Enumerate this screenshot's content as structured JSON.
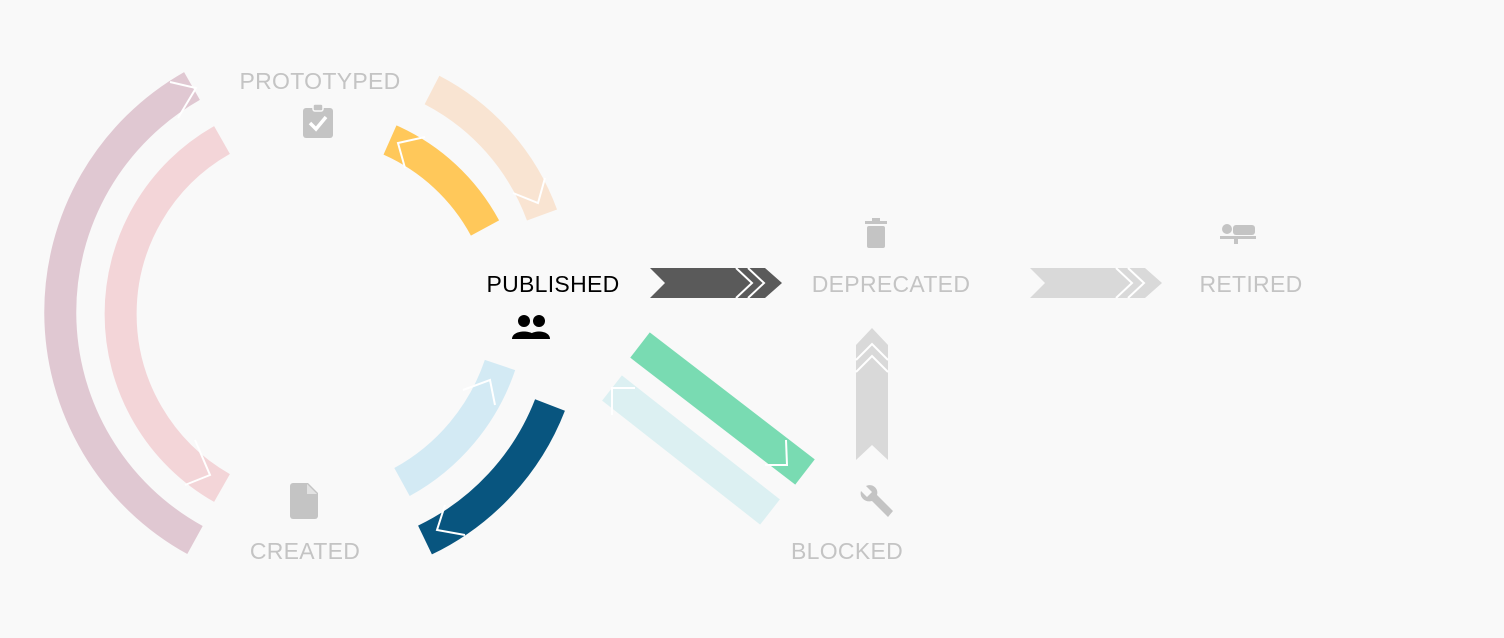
{
  "states": {
    "prototyped": {
      "label": "PROTOTYPED",
      "icon": "clipboard-check-icon",
      "active": false
    },
    "published": {
      "label": "PUBLISHED",
      "icon": "people-icon",
      "active": true
    },
    "deprecated": {
      "label": "DEPRECATED",
      "icon": "trash-icon",
      "active": false
    },
    "retired": {
      "label": "RETIRED",
      "icon": "bed-icon",
      "active": false
    },
    "created": {
      "label": "CREATED",
      "icon": "document-icon",
      "active": false
    },
    "blocked": {
      "label": "BLOCKED",
      "icon": "wrench-icon",
      "active": false
    }
  },
  "colors": {
    "created_to_prototyped": "#e0c8d2",
    "prototyped_to_created": "#f3d5d8",
    "prototyped_to_published": "#f9e4d2",
    "published_to_prototyped": "#ffc85a",
    "created_to_published": "#d3eaf4",
    "published_to_created": "#08557f",
    "published_to_blocked": "#79dbb2",
    "blocked_to_published": "#dcf0f2",
    "published_to_deprecated": "#5a5a5a",
    "deprecated_to_retired": "#d9d9d9",
    "blocked_to_deprecated": "#d9d9d9",
    "active_text": "#000000",
    "inactive_text": "#c4c4c4"
  }
}
